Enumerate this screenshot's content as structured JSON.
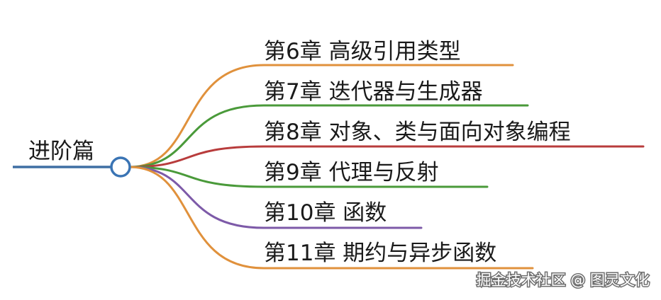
{
  "root": {
    "label": "进阶篇",
    "line_color": "#3f6fa3",
    "node_color": "#3a74b4"
  },
  "branches": [
    {
      "label": "第6章  高级引用类型",
      "color": "#e0913c"
    },
    {
      "label": "第7章  迭代器与生成器",
      "color": "#4a9a3a"
    },
    {
      "label": "第8章  对象、类与面向对象编程",
      "color": "#b83c3c"
    },
    {
      "label": "第9章  代理与反射",
      "color": "#4a9a3a"
    },
    {
      "label": "第10章  函数",
      "color": "#7d5aa8"
    },
    {
      "label": "第11章  期约与异步函数",
      "color": "#e0913c"
    }
  ],
  "watermark": "掘金技术社区 @ 图灵文化"
}
